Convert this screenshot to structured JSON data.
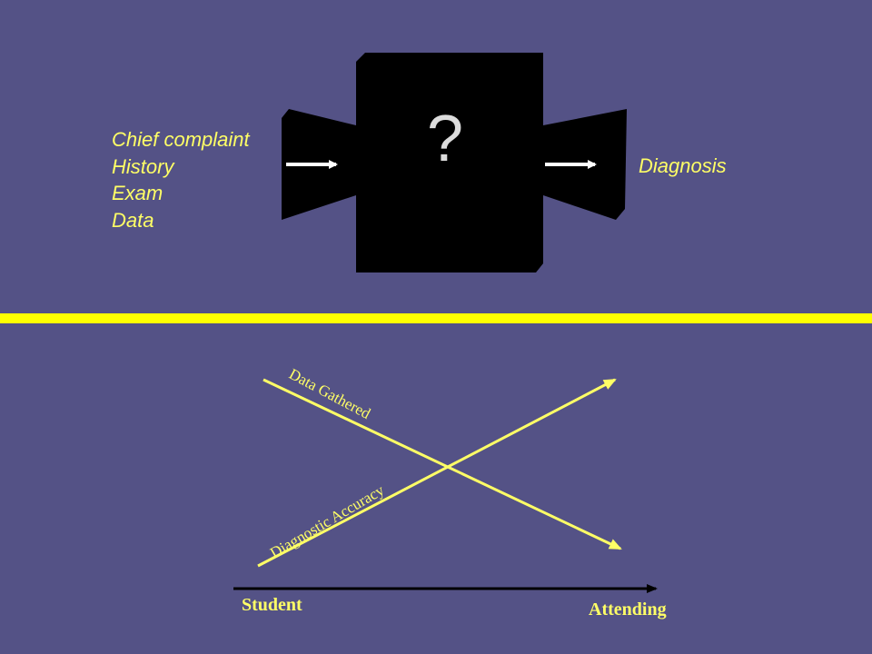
{
  "flow": {
    "inputs": [
      "Chief complaint",
      "History",
      "Exam",
      "Data"
    ],
    "box_symbol": "?",
    "output": "Diagnosis"
  },
  "tradeoff": {
    "line_decreasing": "Data Gathered",
    "line_increasing": "Diagnostic Accuracy",
    "axis_start": "Student",
    "axis_end": "Attending"
  },
  "colors": {
    "background": "#545286",
    "text": "#ffff66",
    "divider": "#ffff00",
    "box": "#000000",
    "arrow": "#ffffff",
    "line": "#ffff66"
  }
}
